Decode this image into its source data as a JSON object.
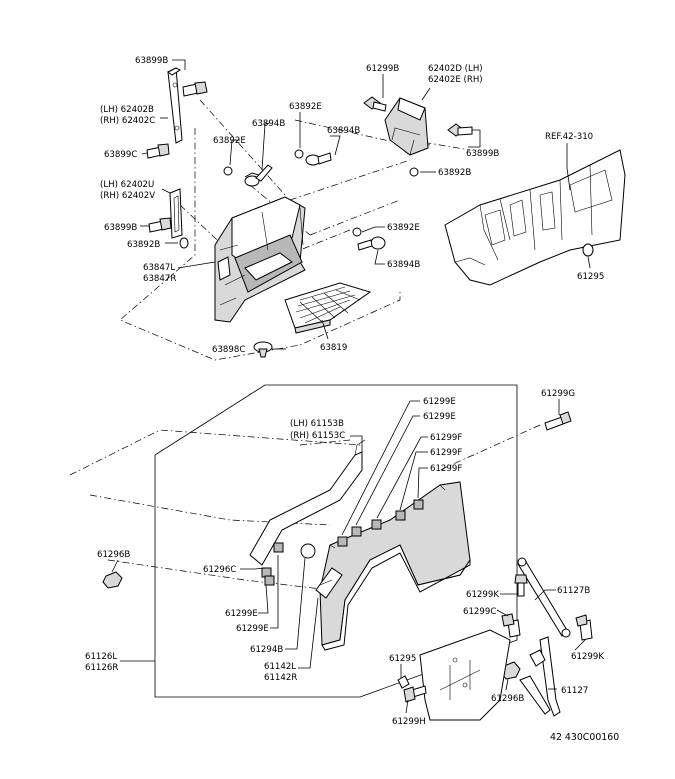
{
  "labels": {
    "l_63899B_top": "63899B",
    "l_lh_62402B": "(LH) 62402B",
    "l_rh_62402C": "(RH) 62402C",
    "l_63899C": "63899C",
    "l_63892E_a": "63892E",
    "l_63894B_a": "63894B",
    "l_63892E_b": "63892E",
    "l_63894B_b": "63894B",
    "l_lh_62402U": "(LH) 62402U",
    "l_rh_62402V": "(RH) 62402V",
    "l_63899B_mid": "63899B",
    "l_63892B_left": "63892B",
    "l_63847L": "63847L",
    "l_63847R": "63847R",
    "l_63898C": "63898C",
    "l_63819": "63819",
    "l_61299B": "61299B",
    "l_62402D": "62402D (LH)",
    "l_62402E": "62402E (RH)",
    "l_63899B_right": "63899B",
    "l_63892B_right": "63892B",
    "l_63892E_c": "63892E",
    "l_63894B_c": "63894B",
    "l_ref42310": "REF.42-310",
    "l_61295_top": "61295",
    "l_61299G": "61299G",
    "l_61299E_1": "61299E",
    "l_61299E_2": "61299E",
    "l_61299F_1": "61299F",
    "l_61299F_2": "61299F",
    "l_61299F_3": "61299F",
    "l_lh_61153B": "(LH) 61153B",
    "l_rh_61153C": "(RH) 61153C",
    "l_61296B_left": "61296B",
    "l_61296C": "61296C",
    "l_61299E_3": "61299E",
    "l_61299E_4": "61299E",
    "l_61294B": "61294B",
    "l_61142L": "61142L",
    "l_61142R": "61142R",
    "l_61126L": "61126L",
    "l_61126R": "61126R",
    "l_61299K_1": "61299K",
    "l_61127B": "61127B",
    "l_61299C": "61299C",
    "l_61299K_2": "61299K",
    "l_61295_bot": "61295",
    "l_61296B_bot": "61296B",
    "l_61127": "61127",
    "l_61299H": "61299H",
    "l_drawing_no": "42 430C00160"
  }
}
